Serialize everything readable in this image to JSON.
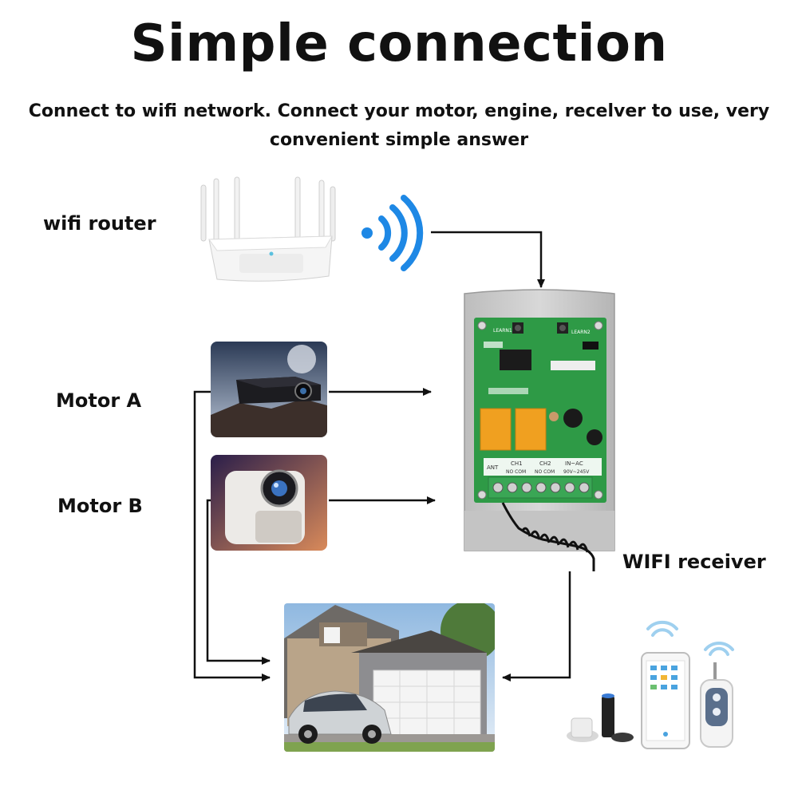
{
  "title": "Simple connection",
  "subtitle": "Connect to wifi network. Connect your motor, engine, recelver to use, very convenient simple answer",
  "labels": {
    "router": "wifi router",
    "motor_a": "Motor A",
    "motor_b": "Motor B",
    "receiver": "WIFI receiver"
  },
  "board_text": {
    "learn1": "LEARN1",
    "learn2": "LEARN2",
    "ant": "ANT",
    "ch1": "CH1",
    "ch2": "CH2",
    "in_ac": "IN~AC",
    "no_com_1": "NO COM",
    "no_com_2": "NO COM",
    "voltage": "90V~245V"
  },
  "colors": {
    "wifi_blue": "#1e88e5",
    "pcb_green": "#2e9a46",
    "relay_orange": "#f0a020",
    "terminal_green": "#3aa655",
    "case_gray": "#c9c9c9",
    "arrow": "#111111"
  }
}
